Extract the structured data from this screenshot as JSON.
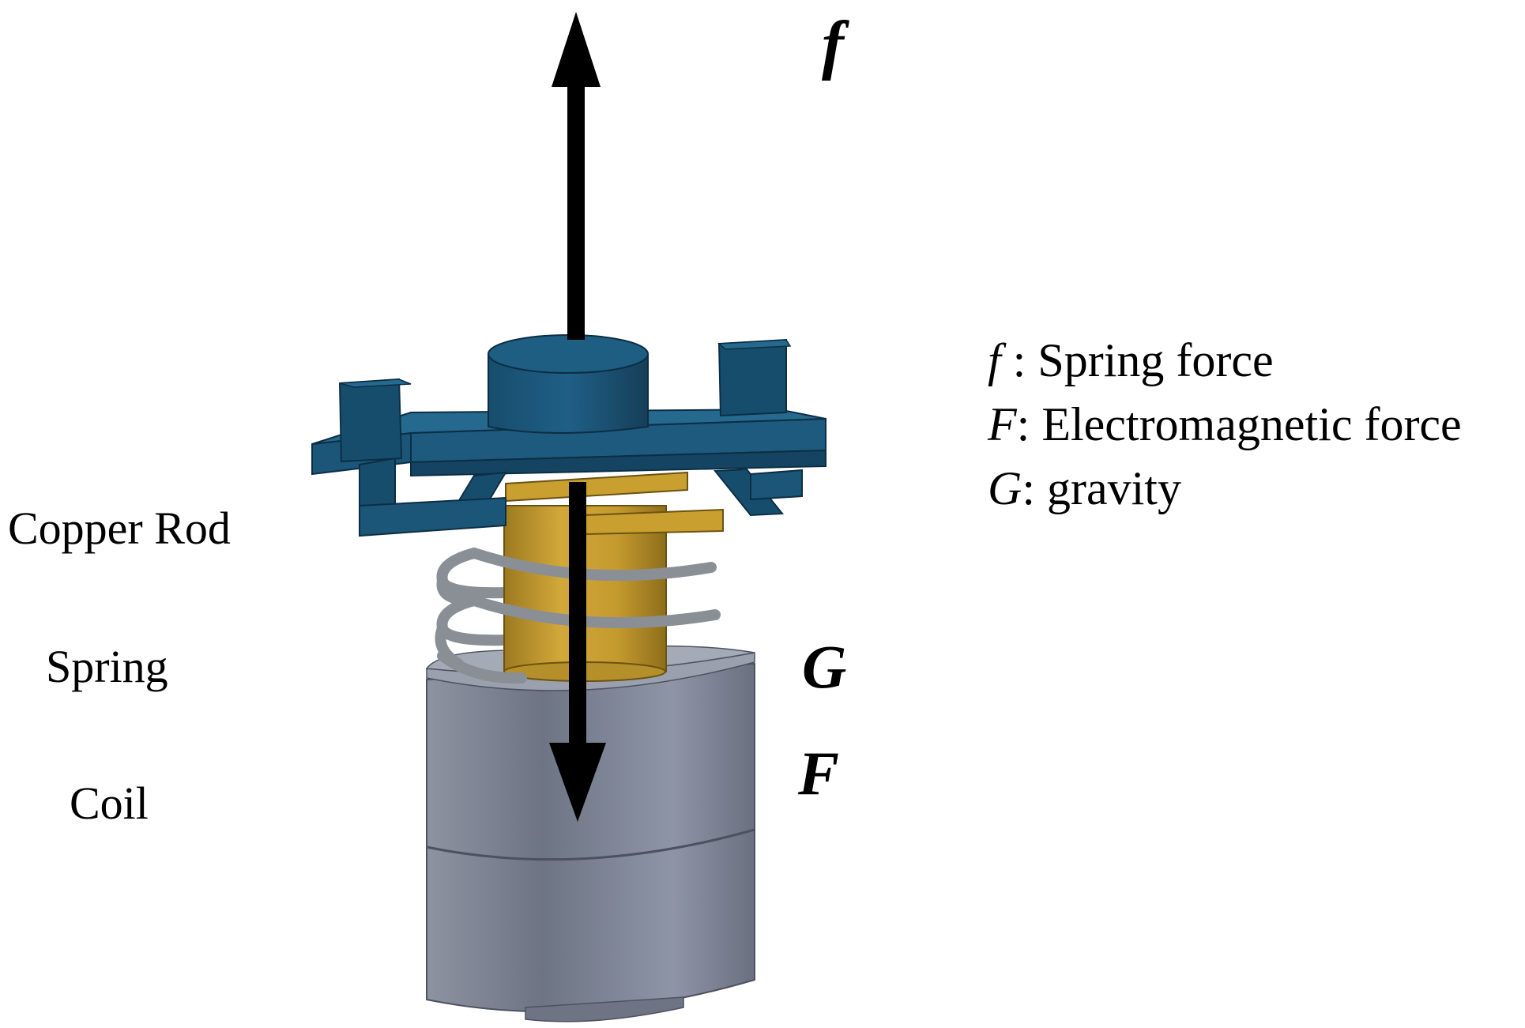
{
  "labels": {
    "copper_rod": "Copper Rod",
    "spring": "Spring",
    "coil": "Coil"
  },
  "forces": {
    "f": "f",
    "G": "G",
    "F": "F"
  },
  "legend": [
    {
      "symbol": "f",
      "text": " : Spring force"
    },
    {
      "symbol": "F",
      "text": ": Electromagnetic force"
    },
    {
      "symbol": "G",
      "text": ": gravity"
    }
  ],
  "colors": {
    "bracket": "#1b5577",
    "copper": "#c9a030",
    "spring": "#8a8f96",
    "coil": "#7e8594",
    "arrow": "#000000"
  }
}
